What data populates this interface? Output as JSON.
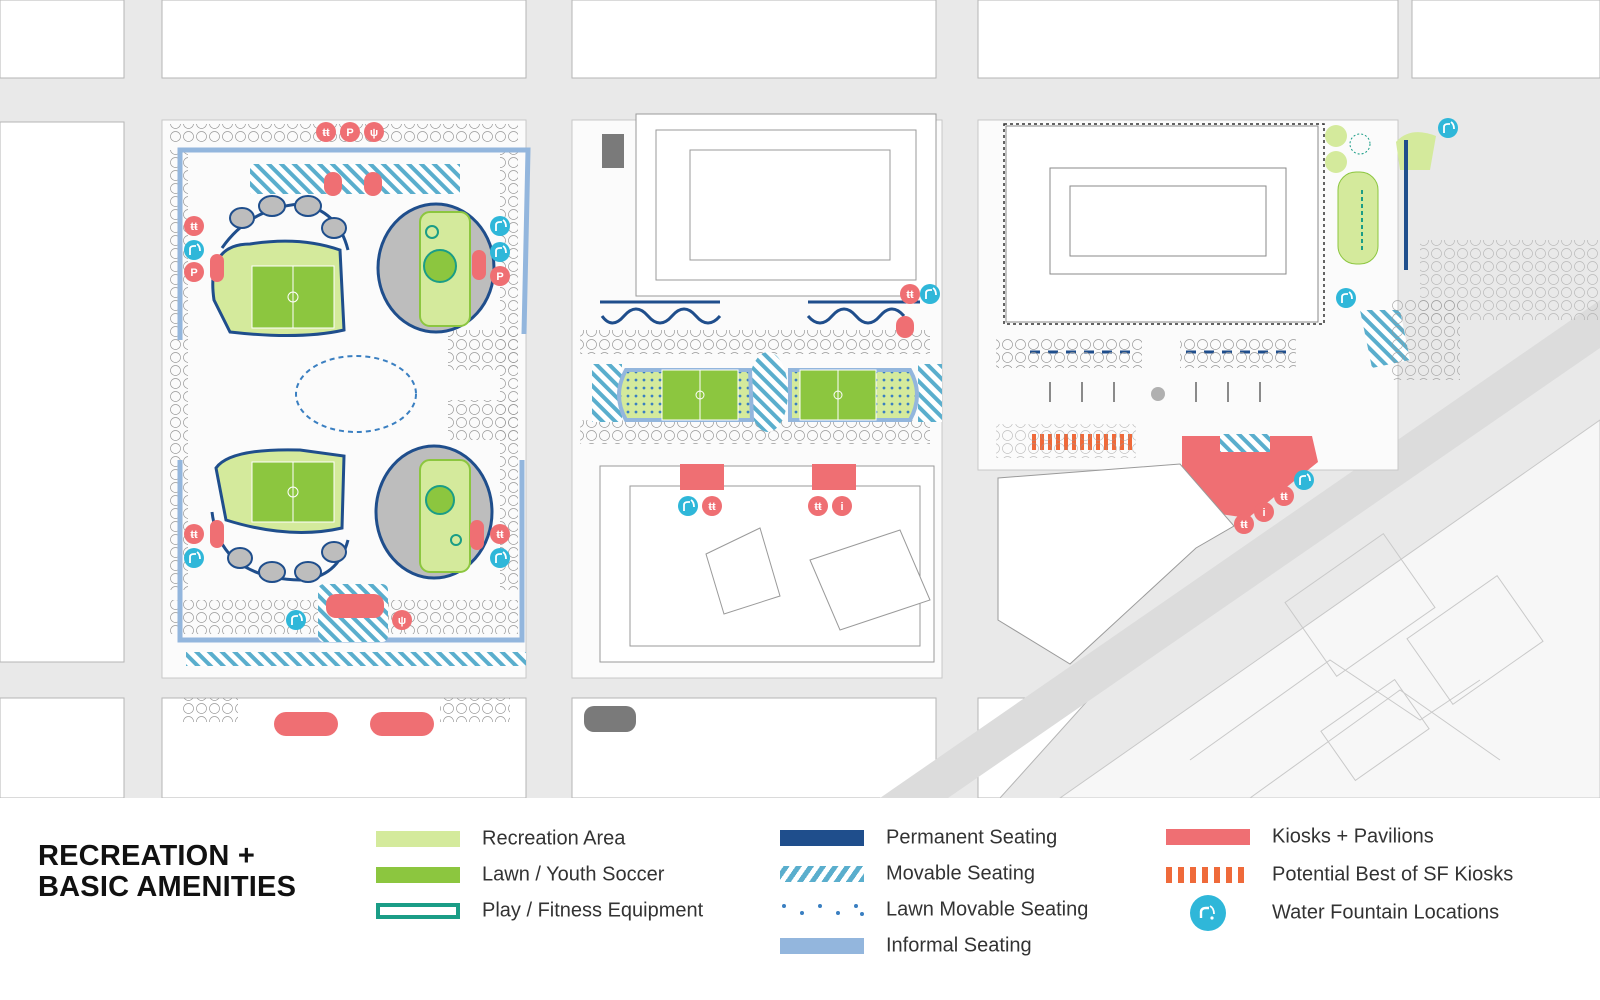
{
  "legend": {
    "title_line1": "RECREATION +",
    "title_line2": "BASIC AMENITIES",
    "items": [
      {
        "label": "Recreation Area",
        "color": "#d4ea9c"
      },
      {
        "label": "Lawn / Youth Soccer",
        "color": "#8cc63f"
      },
      {
        "label": "Play / Fitness Equipment",
        "color": "#1a9d86"
      },
      {
        "label": "Permanent Seating",
        "color": "#1f4e8c"
      },
      {
        "label": "Movable Seating",
        "color": "#5aaecd"
      },
      {
        "label": "Lawn Movable Seating",
        "color": "#3a7fc1"
      },
      {
        "label": "Informal Seating",
        "color": "#93b6dd"
      },
      {
        "label": "Kiosks + Pavilions",
        "color": "#ef6f73"
      },
      {
        "label": "Potential Best of SF Kiosks",
        "color": "#ef6a3a"
      },
      {
        "label": "Water Fountain Locations",
        "color": "#2fb7d9"
      }
    ]
  },
  "map": {
    "colors": {
      "street": "#e9e9e9",
      "building": "#ffffff",
      "building_outline": "#b5b5b5",
      "paving": "#fbfbfb",
      "permanent_seating": "#1f4e8c",
      "informal_seating": "#93b6dd",
      "recreation": "#d4ea9c",
      "lawn": "#8cc63f",
      "kiosk": "#ef6f73",
      "fountain": "#2fb7d9",
      "movable": "#5aaecd"
    },
    "icons": {
      "water_fountain": "water-fountain-icon",
      "restroom": "restroom-icon",
      "parking": "parking-icon",
      "information": "information-icon",
      "food": "food-icon"
    },
    "icon_glyphs": {
      "restroom": "ŧŧ",
      "parking": "P",
      "information": "i",
      "food": "ψ"
    }
  }
}
